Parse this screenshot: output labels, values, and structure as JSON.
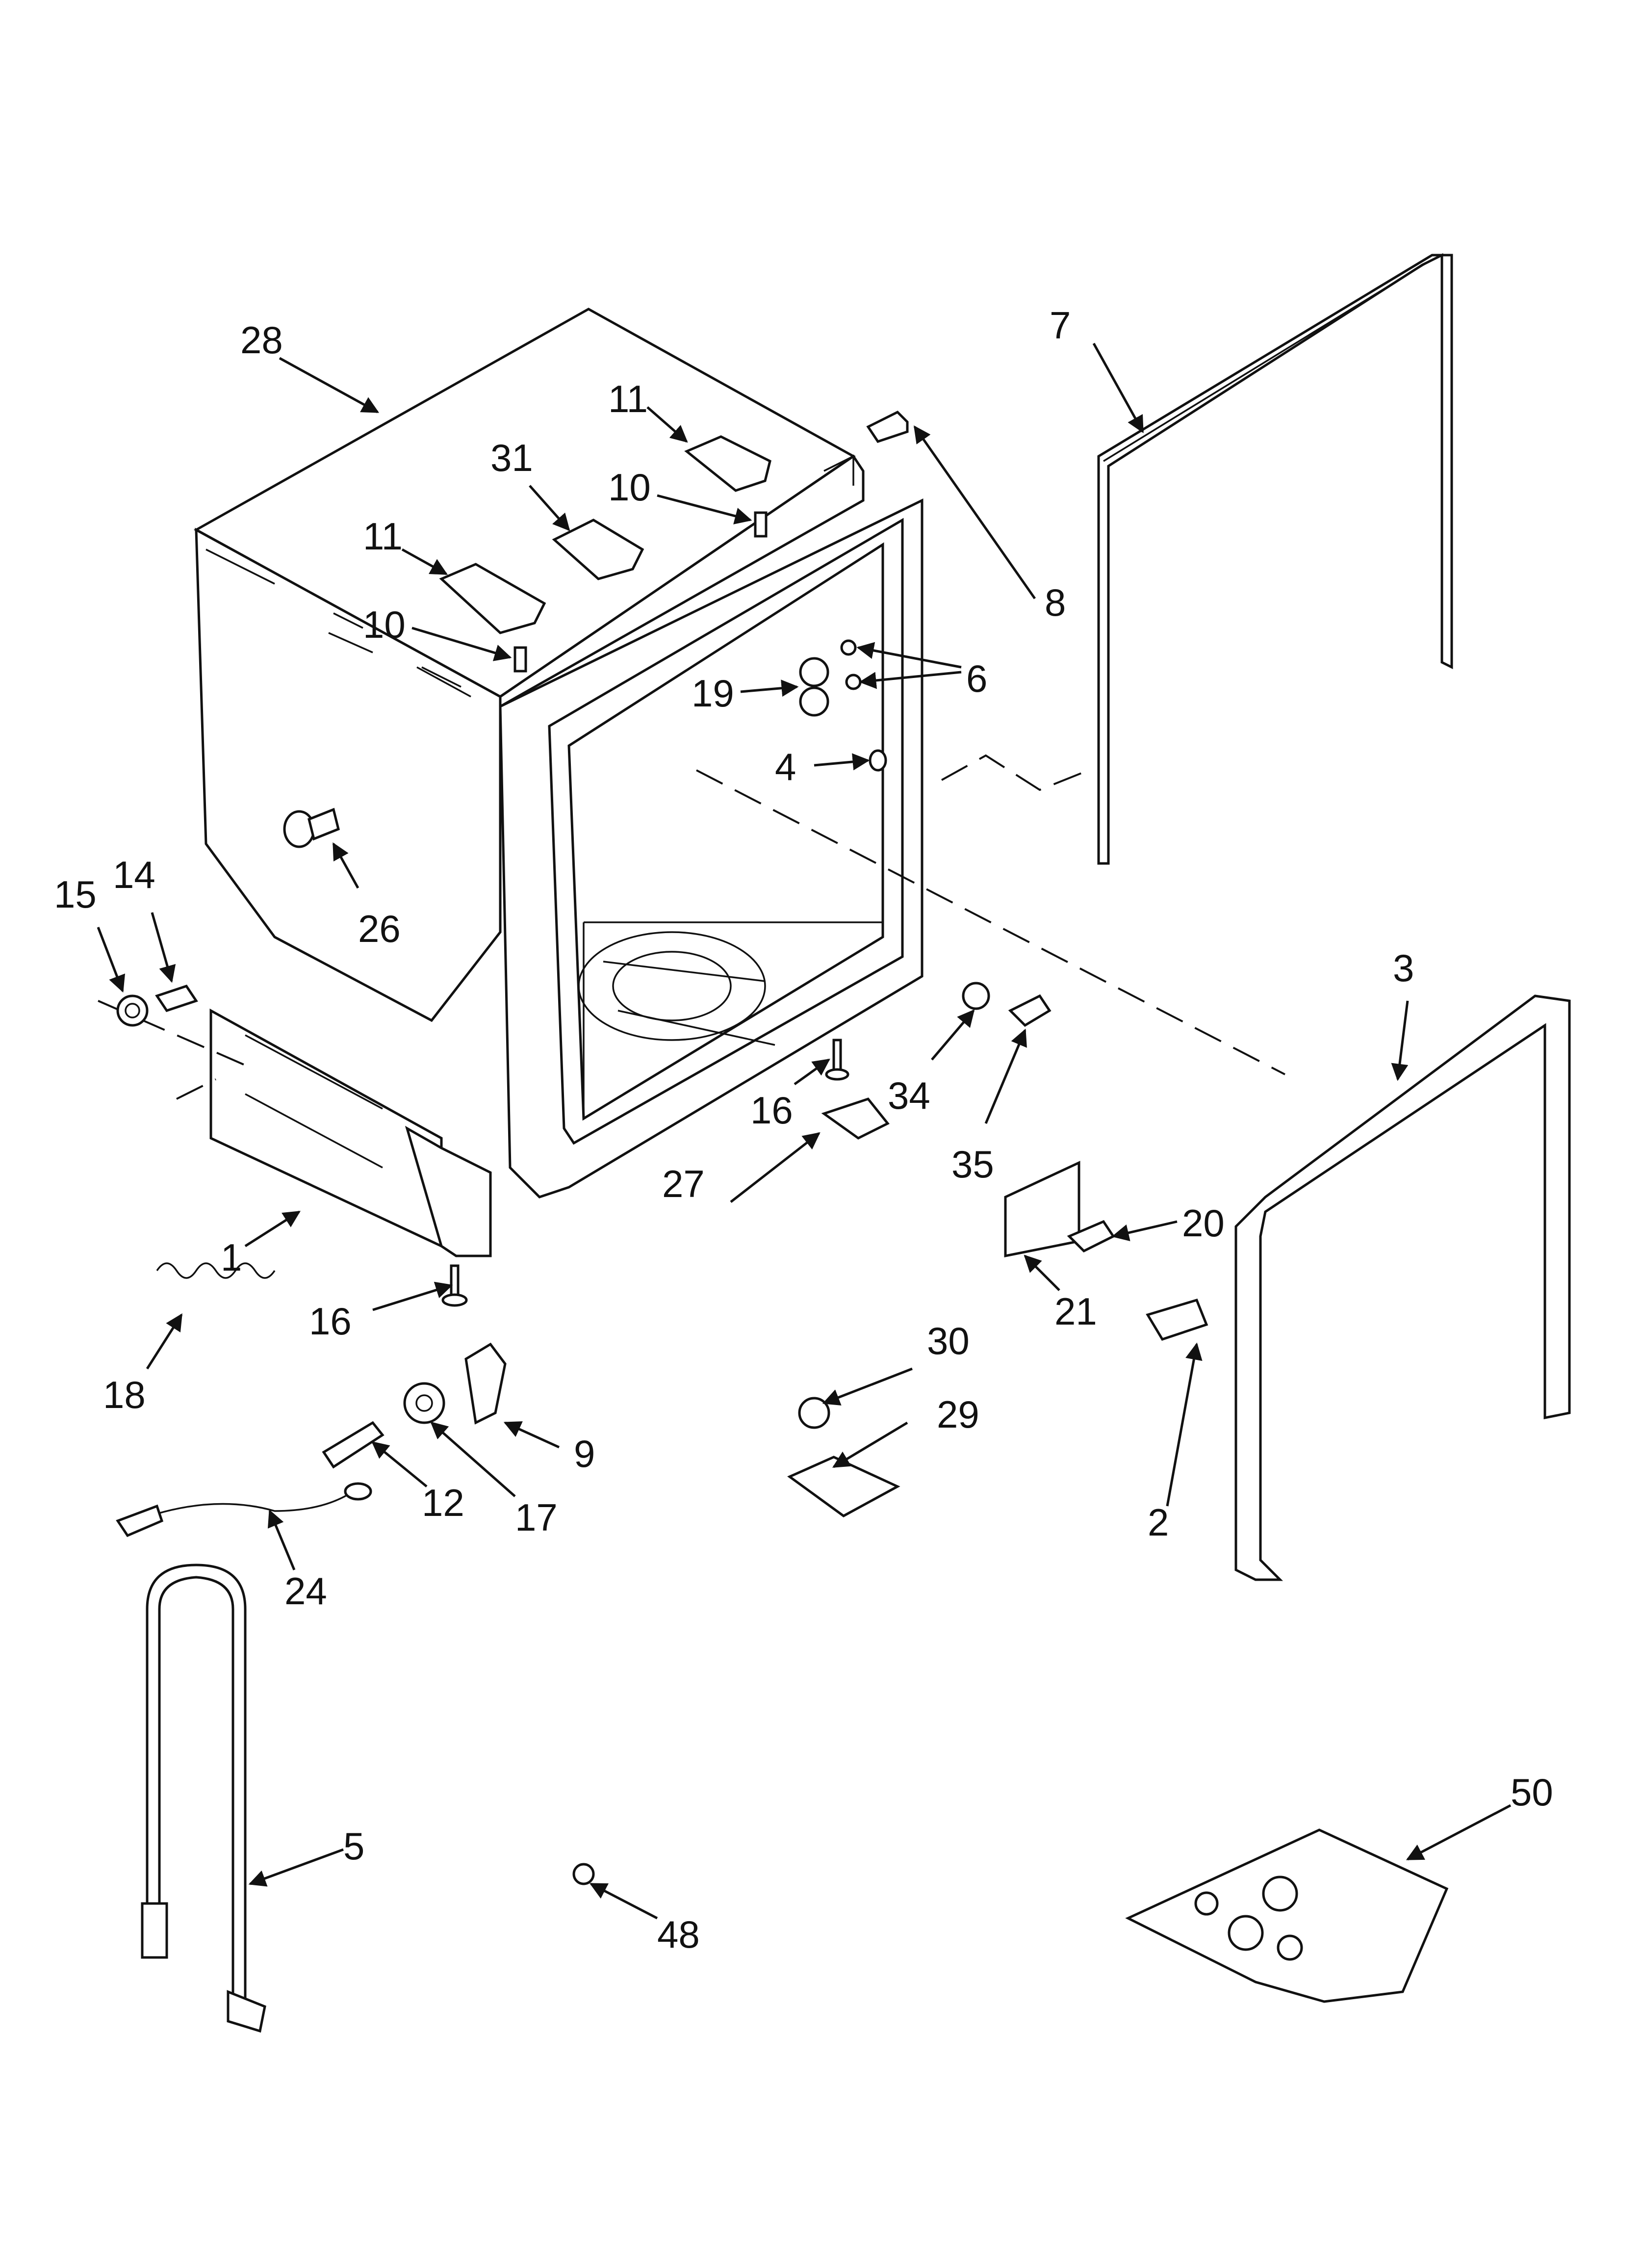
{
  "labels": {
    "l28": "28",
    "l7": "7",
    "l11a": "11",
    "l11b": "11",
    "l31": "31",
    "l10a": "10",
    "l10b": "10",
    "l8": "8",
    "l6": "6",
    "l19": "19",
    "l4": "4",
    "l26": "26",
    "l15": "15",
    "l14": "14",
    "l3": "3",
    "l16a": "16",
    "l34": "34",
    "l27": "27",
    "l35": "35",
    "l1": "1",
    "l20": "20",
    "l21": "21",
    "l16b": "16",
    "l18": "18",
    "l30": "30",
    "l29": "29",
    "l9": "9",
    "l12": "12",
    "l17": "17",
    "l2": "2",
    "l24": "24",
    "l50": "50",
    "l5": "5",
    "l48": "48"
  }
}
